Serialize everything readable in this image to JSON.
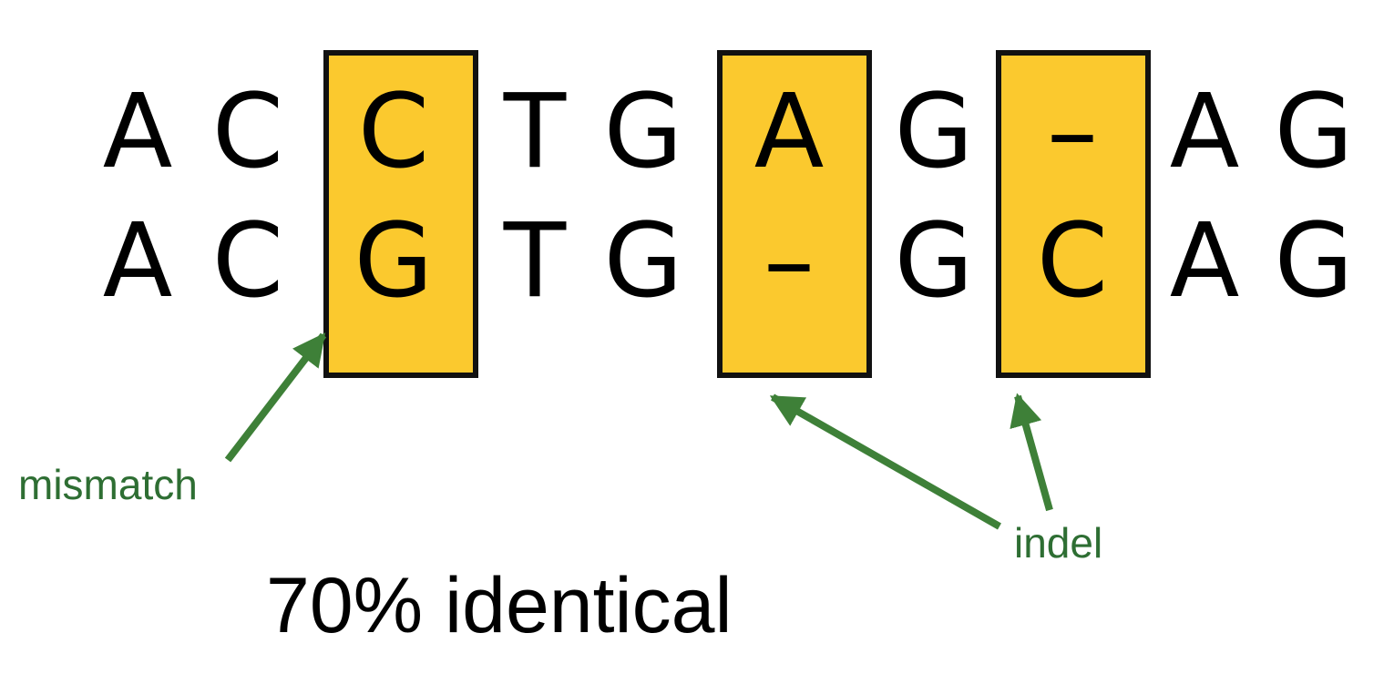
{
  "alignment": {
    "top_sequence": [
      "A",
      "C",
      "C",
      "T",
      "G",
      "A",
      "G",
      "–",
      "A",
      "G"
    ],
    "bottom_sequence": [
      "A",
      "C",
      "G",
      "T",
      "G",
      "–",
      "G",
      "C",
      "A",
      "G"
    ],
    "highlighted_columns": [
      2,
      5,
      7
    ],
    "highlight_color": "#FBC92E",
    "text_color": "#000000"
  },
  "annotations": {
    "mismatch_label": "mismatch",
    "indel_label": "indel",
    "color": "#2E6E33"
  },
  "summary": {
    "text": "70% identical"
  }
}
